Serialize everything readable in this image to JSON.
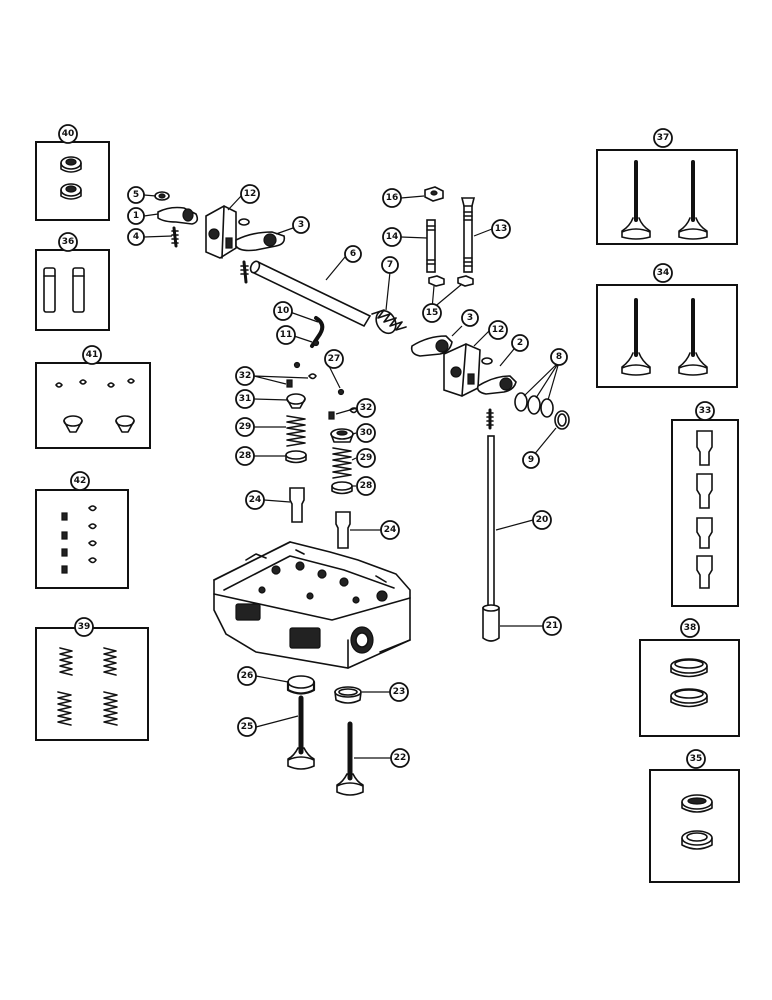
{
  "callouts": {
    "c1": "1",
    "c2": "2",
    "c3a": "3",
    "c3b": "3",
    "c4": "4",
    "c5": "5",
    "c6": "6",
    "c7": "7",
    "c8": "8",
    "c9": "9",
    "c10": "10",
    "c11": "11",
    "c12a": "12",
    "c12b": "12",
    "c13": "13",
    "c14": "14",
    "c15": "15",
    "c16": "16",
    "c20": "20",
    "c21": "21",
    "c22": "22",
    "c23": "23",
    "c24a": "24",
    "c24b": "24",
    "c25": "25",
    "c26": "26",
    "c27": "27",
    "c28a": "28",
    "c28b": "28",
    "c29a": "29",
    "c29b": "29",
    "c30": "30",
    "c31": "31",
    "c32a": "32",
    "c32b": "32",
    "c33": "33",
    "c34": "34",
    "c35": "35",
    "c36": "36",
    "c37": "37",
    "c38": "38",
    "c39": "39",
    "c40": "40",
    "c41": "41",
    "c42": "42"
  },
  "colors": {
    "ink": "#111111",
    "paper": "#ffffff"
  }
}
